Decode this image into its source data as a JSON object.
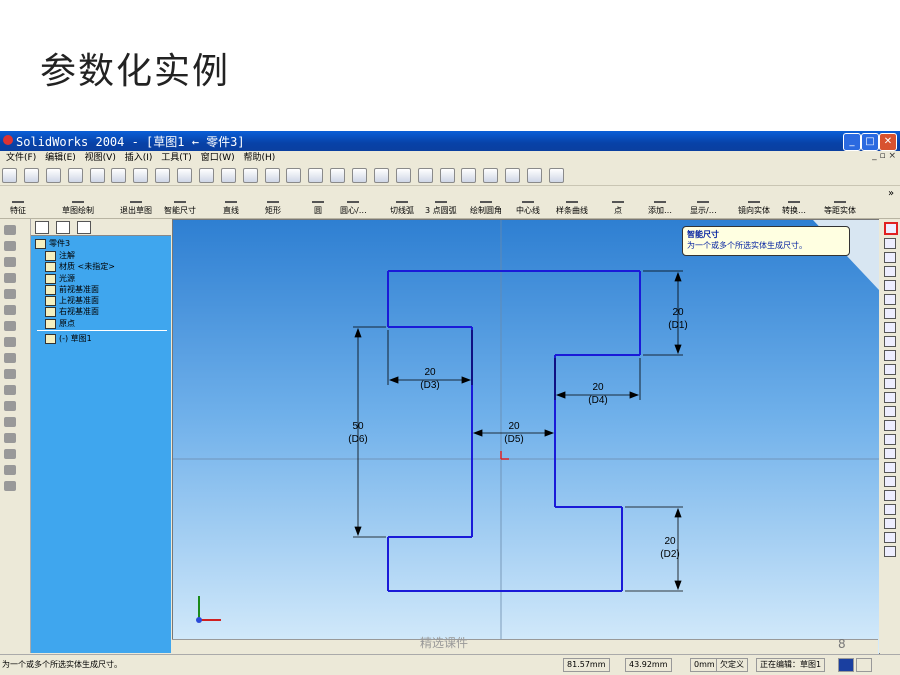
{
  "slide": {
    "title": "参数化实例",
    "watermark": "精选课件",
    "page": "8"
  },
  "window": {
    "title": "SolidWorks 2004 - [草图1 ← 零件3]",
    "buttons": {
      "minimize": "_",
      "maximize": "□",
      "close": "✕"
    },
    "mdi_controls": "_ ▫ ×"
  },
  "menu": [
    "文件(F)",
    "编辑(E)",
    "视图(V)",
    "插入(I)",
    "工具(T)",
    "窗口(W)",
    "帮助(H)"
  ],
  "sketch_toolbar": {
    "feature": "特征",
    "sketch_draw": "草图绘制",
    "exit_sketch": "退出草图",
    "smart_dim": "智能尺寸",
    "line": "直线",
    "rectangle": "矩形",
    "circle": "圆",
    "center_arc": "圆心/…",
    "tangent_arc": "切线弧",
    "three_point_arc": "3 点圆弧",
    "fillet": "绘制圆角",
    "centerline": "中心线",
    "spline": "样条曲线",
    "point": "点",
    "add": "添加…",
    "display": "显示/…",
    "mirror": "镜向实体",
    "convert": "转换…",
    "offset": "等距实体",
    "more": "»"
  },
  "tree": {
    "root": "零件3",
    "items": [
      "注解",
      "材质 <未指定>",
      "光源",
      "前视基准面",
      "上视基准面",
      "右视基准面",
      "原点"
    ],
    "sketch": "(-) 草图1"
  },
  "tooltip": {
    "title": "智能尺寸",
    "text": "为一个或多个所选实体生成尺寸。"
  },
  "dimensions": [
    {
      "value": "20",
      "name": "(D1)"
    },
    {
      "value": "20",
      "name": "(D2)"
    },
    {
      "value": "20",
      "name": "(D3)"
    },
    {
      "value": "20",
      "name": "(D4)"
    },
    {
      "value": "20",
      "name": "(D5)"
    },
    {
      "value": "50",
      "name": "(D6)"
    }
  ],
  "status": {
    "message": "为一个或多个所选实体生成尺寸。",
    "x": "81.57mm",
    "y": "43.92mm",
    "z": "0mm",
    "state": "欠定义",
    "editing": "正在编辑：草图1"
  },
  "colors": {
    "sketch": "#1a1ad8",
    "dim": "#000000",
    "accent": "#0a5fd8"
  }
}
